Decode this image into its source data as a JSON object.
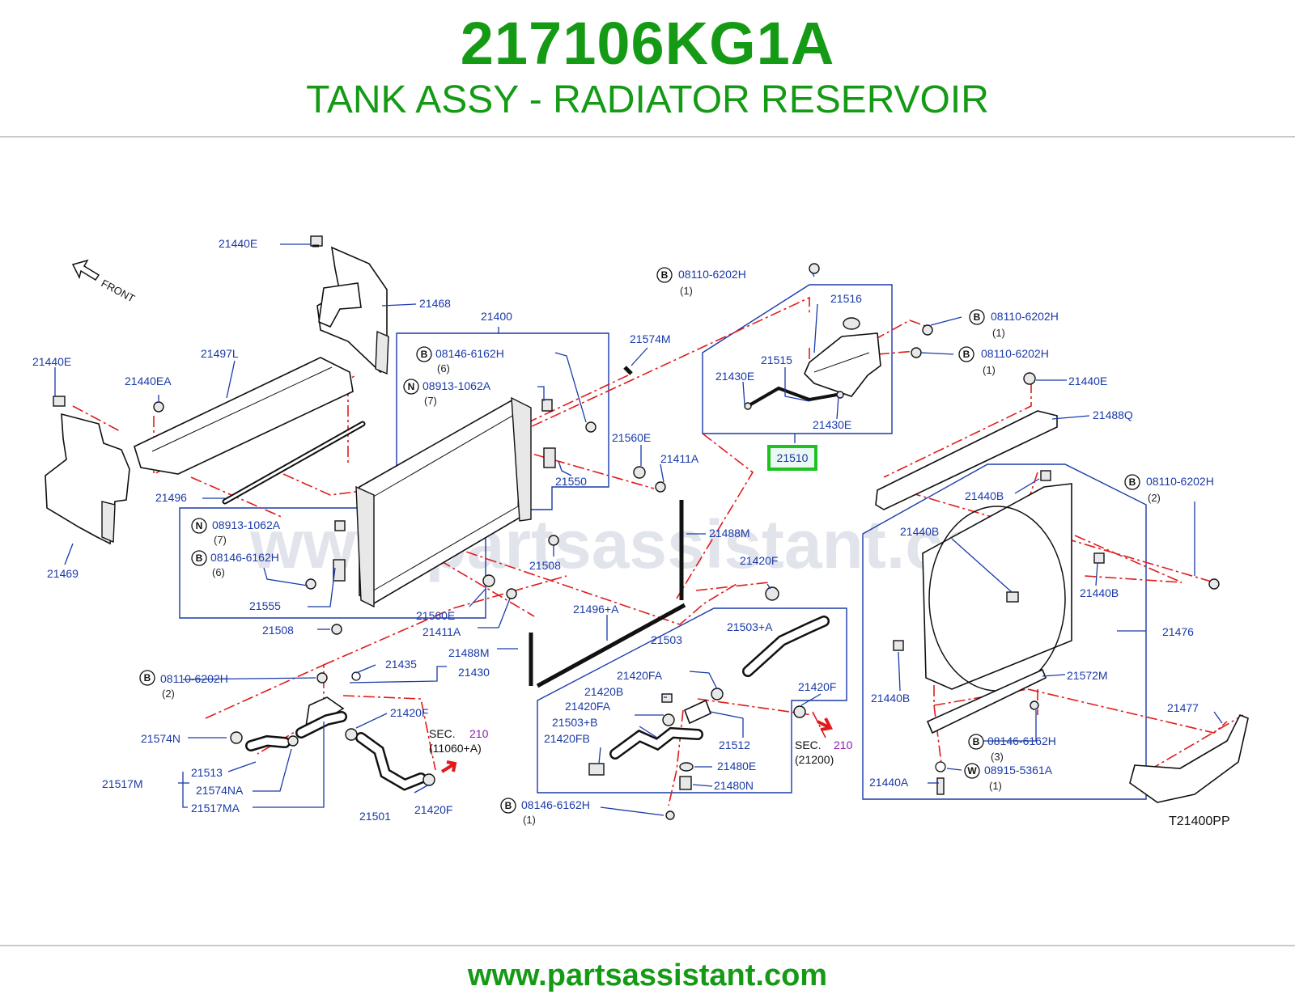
{
  "header": {
    "part_number": "217106KG1A",
    "description": "TANK ASSY - RADIATOR RESERVOIR"
  },
  "footer": {
    "url": "www.partsassistant.com"
  },
  "diagram": {
    "watermark": "www.partsassistant.com",
    "front_label": "FRONT",
    "drawing_code": "T21400PP",
    "highlight_label": "21510",
    "highlight_color": "#1ec21e",
    "labels": {
      "l_21440E_a": "21440E",
      "l_21468": "21468",
      "l_21440E_b": "21440E",
      "l_21497L": "21497L",
      "l_21440EA": "21440EA",
      "l_21469": "21469",
      "l_21496": "21496",
      "l_21400": "21400",
      "l_08146_a": "08146-6162H",
      "q_08146_a": "(6)",
      "l_08913_a": "08913-1062A",
      "q_08913_a": "(7)",
      "l_21574M": "21574M",
      "l_21560E_a": "21560E",
      "l_21411A_a": "21411A",
      "l_21550": "21550",
      "l_08913_b": "08913-1062A",
      "q_08913_b": "(7)",
      "l_08146_b": "08146-6162H",
      "q_08146_b": "(6)",
      "l_21555": "21555",
      "l_21508_a": "21508",
      "l_21508_b": "21508",
      "l_21560E_b": "21560E",
      "l_21411A_b": "21411A",
      "l_21488M_a": "21488M",
      "l_21488M_b": "21488M",
      "l_21496A": "21496+A",
      "l_08110_a": "08110-6202H",
      "q_08110_a": "(1)",
      "l_21516": "21516",
      "l_08110_b": "08110-6202H",
      "q_08110_b": "(1)",
      "l_08110_c": "08110-6202H",
      "q_08110_c": "(1)",
      "l_21515": "21515",
      "l_21430E_a": "21430E",
      "l_21430E_b": "21430E",
      "l_21440E_c": "21440E",
      "l_21488Q": "21488Q",
      "l_21440B_a": "21440B",
      "l_08110_d": "08110-6202H",
      "q_08110_d": "(2)",
      "l_21440B_b": "21440B",
      "l_21440B_c": "21440B",
      "l_21476": "21476",
      "l_21440B_d": "21440B",
      "l_21572M": "21572M",
      "l_21477": "21477",
      "l_08146_c": "08146-6162H",
      "q_08146_c": "(3)",
      "l_08915": "08915-5361A",
      "q_08915": "(1)",
      "l_21440A": "21440A",
      "l_21420F_a": "21420F",
      "l_21503": "21503",
      "l_21503A": "21503+A",
      "l_21420FA_a": "21420FA",
      "l_21420B": "21420B",
      "l_21420FA_b": "21420FA",
      "l_21503B": "21503+B",
      "l_21420FB": "21420FB",
      "l_21512": "21512",
      "l_21480E": "21480E",
      "l_21480N": "21480N",
      "l_08146_d": "08146-6162H",
      "q_08146_d": "(1)",
      "l_21420F_b": "21420F",
      "sec_b_word": "SEC.",
      "sec_b_num": "210",
      "sec_b_ref": "(21200)",
      "l_08110_e": "08110-6202H",
      "q_08110_e": "(2)",
      "l_21435": "21435",
      "l_21430": "21430",
      "l_21574N": "21574N",
      "l_21420F_c": "21420F",
      "sec_a_word": "SEC.",
      "sec_a_num": "210",
      "sec_a_ref": "(11060+A)",
      "l_21513": "21513",
      "l_21517M": "21517M",
      "l_21574NA": "21574NA",
      "l_21517MA": "21517MA",
      "l_21501": "21501",
      "l_21420F_d": "21420F"
    },
    "callout_letters": {
      "B": "B",
      "N": "N",
      "W": "W"
    }
  }
}
